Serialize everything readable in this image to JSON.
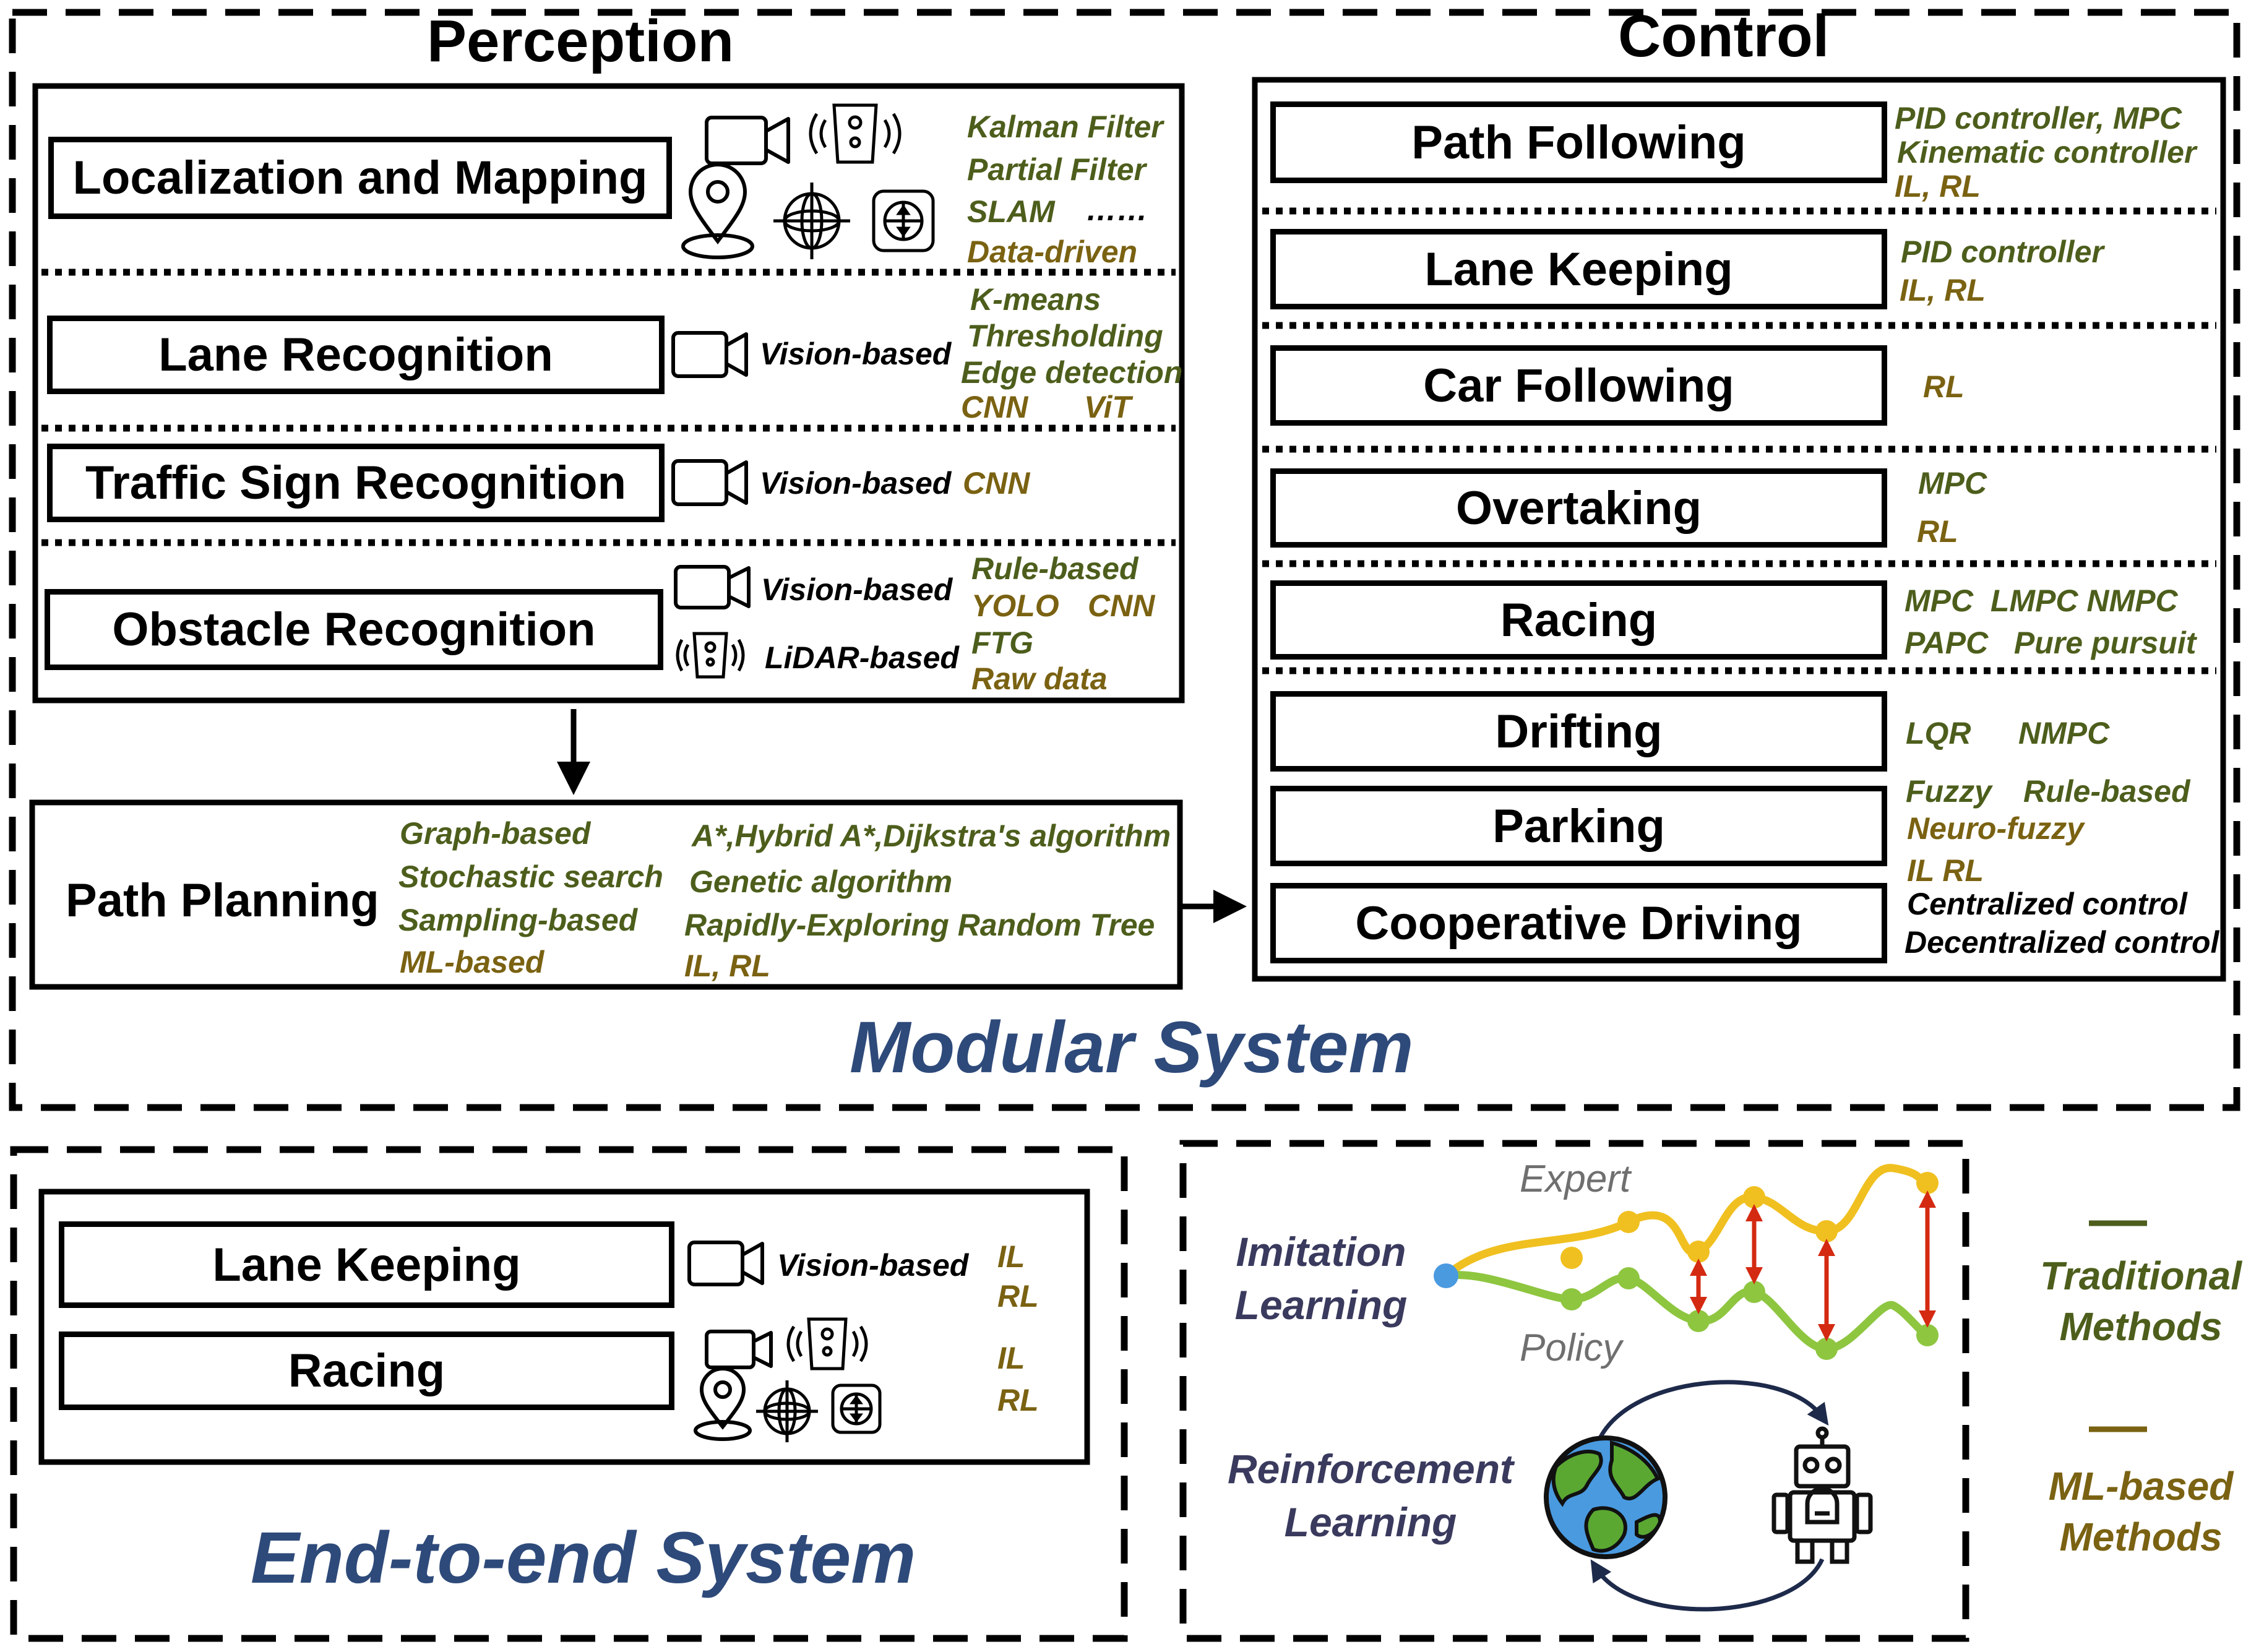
{
  "colors": {
    "traditional": "#4d5e1c",
    "ml_based": "#7a6212",
    "system_title": "#2e4a7a",
    "expert_curve": "#f0c020",
    "policy_curve": "#8ec640",
    "diff_arrow": "#d42a12",
    "start_point": "#4a9ae0"
  },
  "perception": {
    "title": "Perception",
    "localization": {
      "label": "Localization and Mapping",
      "trad": [
        "Kalman Filter",
        "Partial Filter",
        "SLAM"
      ],
      "dots": "……",
      "ml": [
        "Data-driven"
      ],
      "icons": [
        "camera-icon",
        "lidar-icon",
        "gps-location-icon",
        "gyroscope-icon",
        "imu-icon"
      ]
    },
    "lane": {
      "label": "Lane Recognition",
      "sensor": "Vision-based",
      "trad": [
        "K-means",
        "Thresholding",
        "Edge detection"
      ],
      "ml": [
        "CNN",
        "ViT"
      ]
    },
    "traffic_sign": {
      "label": "Traffic Sign Recognition",
      "sensor": "Vision-based",
      "ml": [
        "CNN"
      ]
    },
    "obstacle": {
      "label": "Obstacle Recognition",
      "sensors": [
        "Vision-based",
        "LiDAR-based"
      ],
      "trad": [
        "Rule-based",
        "FTG"
      ],
      "ml": [
        "YOLO",
        "CNN",
        "Raw data"
      ]
    }
  },
  "path_planning": {
    "label": "Path Planning",
    "trad": [
      "Graph-based",
      "Stochastic search",
      "Sampling-based"
    ],
    "ml": [
      "ML-based"
    ],
    "trad_detail": [
      "A*,Hybrid A*,Dijkstra's algorithm",
      "Genetic algorithm",
      "Rapidly-Exploring Random Tree"
    ],
    "ml_detail": [
      "IL, RL"
    ]
  },
  "control": {
    "title": "Control",
    "path_following": {
      "label": "Path Following",
      "trad": [
        "PID controller, MPC",
        "Kinematic controller"
      ],
      "ml": [
        "IL, RL"
      ]
    },
    "lane_keeping": {
      "label": "Lane Keeping",
      "trad": [
        "PID controller"
      ],
      "ml": [
        "IL, RL"
      ]
    },
    "car_following": {
      "label": "Car Following",
      "ml": [
        "RL"
      ]
    },
    "overtaking": {
      "label": "Overtaking",
      "trad": [
        "MPC"
      ],
      "ml": [
        "RL"
      ]
    },
    "racing": {
      "label": "Racing",
      "trad": [
        "MPC  LMPC NMPC",
        "PAPC   Pure pursuit"
      ]
    },
    "drifting": {
      "label": "Drifting",
      "trad": [
        "LQR",
        "NMPC"
      ]
    },
    "parking": {
      "label": "Parking",
      "trad": [
        "Fuzzy",
        "Rule-based"
      ],
      "ml": [
        "Neuro-fuzzy",
        "IL RL"
      ]
    },
    "cooperative": {
      "label": "Cooperative Driving",
      "other": [
        "Centralized control",
        "Decentralized control"
      ]
    }
  },
  "modular_title": "Modular System",
  "e2e": {
    "title": "End-to-end System",
    "lane_keeping": {
      "label": "Lane Keeping",
      "sensor": "Vision-based",
      "ml": [
        "IL",
        "RL"
      ]
    },
    "racing": {
      "label": "Racing",
      "ml": [
        "IL",
        "RL"
      ]
    }
  },
  "learning": {
    "il_label": [
      "Imitation",
      "Learning"
    ],
    "expert_label": "Expert",
    "policy_label": "Policy",
    "rl_label": [
      "Reinforcement",
      "Learning"
    ],
    "icons": [
      "earth-icon",
      "robot-icon"
    ]
  },
  "legend": [
    {
      "label": [
        "Traditional",
        "Methods"
      ],
      "color": "#4d5e1c"
    },
    {
      "label": [
        "ML-based",
        "Methods"
      ],
      "color": "#7a6212"
    }
  ]
}
